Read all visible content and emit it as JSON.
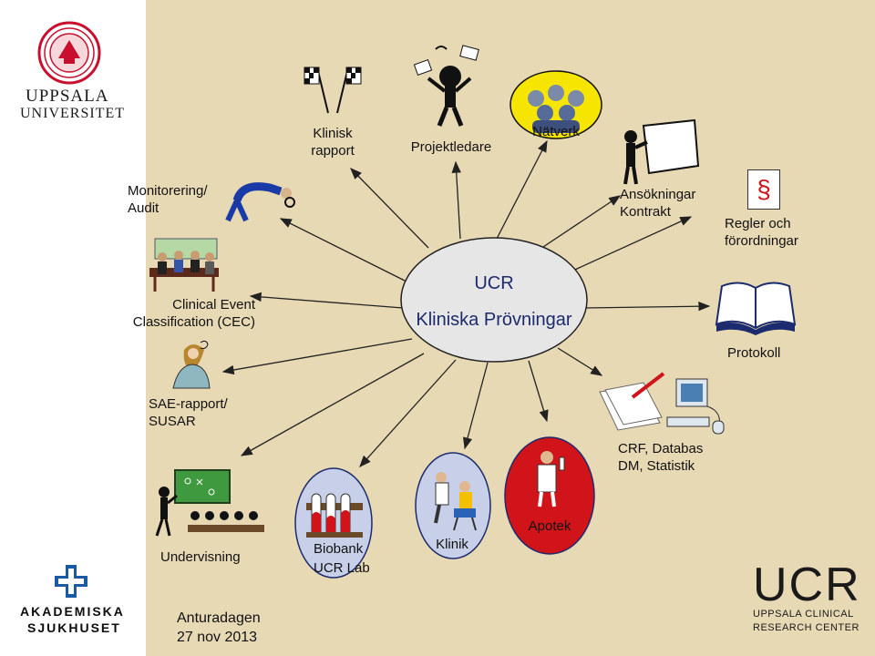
{
  "center": {
    "title": "UCR",
    "subtitle": "Kliniska Prövningar"
  },
  "nodes": {
    "klinisk_rapport": [
      "Klinisk",
      "rapport"
    ],
    "projektledare": "Projektledare",
    "natverk": "Nätverk",
    "monitorering": [
      "Monitorering/",
      "Audit"
    ],
    "ansokningar": [
      "Ansökningar",
      "Kontrakt"
    ],
    "regler": [
      "Regler och",
      "förordningar"
    ],
    "paragraph_symbol": "§",
    "cec": [
      "Clinical Event",
      "Classification (CEC)"
    ],
    "protokoll": "Protokoll",
    "sae": [
      "SAE-rapport/",
      "SUSAR"
    ],
    "crf": [
      "CRF, Databas",
      "DM, Statistik"
    ],
    "undervisning": "Undervisning",
    "biobank": [
      "Biobank",
      "UCR Lab"
    ],
    "klinik": "Klinik",
    "apotek": "Apotek"
  },
  "footer": {
    "event": [
      "Anturadagen",
      "27 nov 2013"
    ]
  },
  "logos": {
    "uppsala": [
      "UPPSALA",
      "UNIVERSITET"
    ],
    "akademiska": [
      "AKADEMISKA",
      "SJUKHUSET"
    ],
    "ucr": {
      "mark": "UCR",
      "sub": [
        "UPPSALA CLINICAL",
        "RESEARCH CENTER"
      ]
    }
  },
  "colors": {
    "background": "#e8d9b5",
    "ellipse_fill": "#e6e6e6",
    "blue_text": "#1c2a6e",
    "apotek_red": "#d0141a",
    "natverk_yellow": "#f5e500",
    "uu_red": "#c8102e",
    "akademiska_blue": "#1a5aa5"
  }
}
